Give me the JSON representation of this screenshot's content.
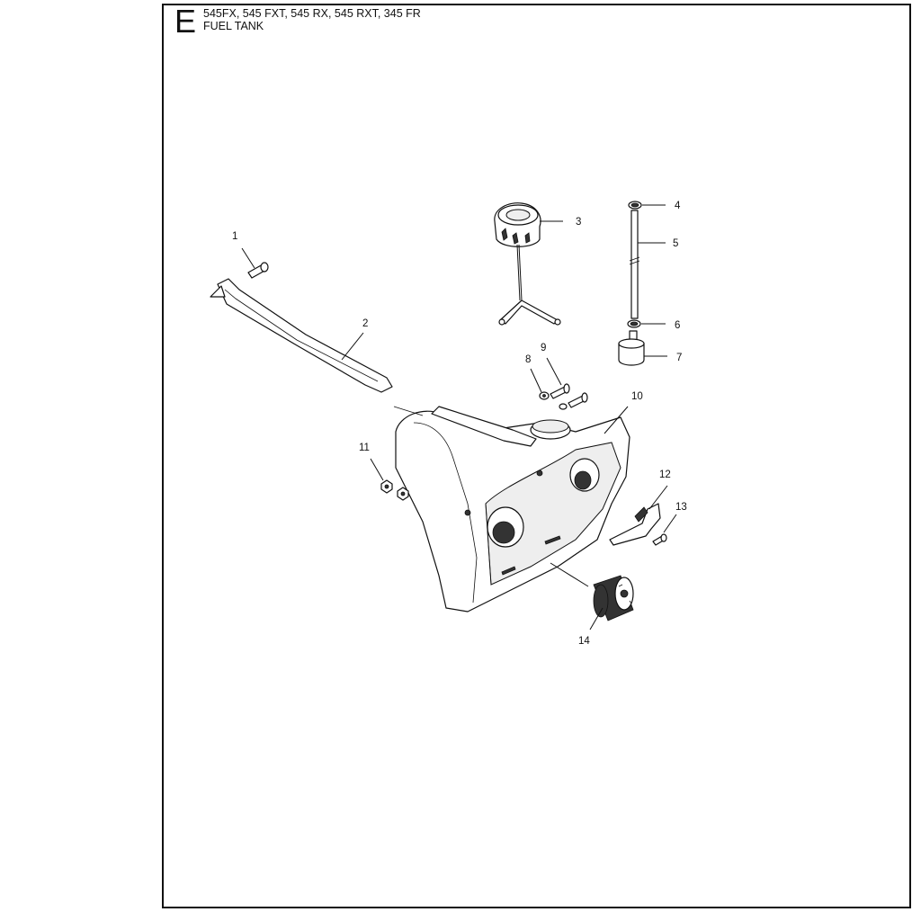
{
  "header": {
    "section_letter": "E",
    "models": "545FX, 545 FXT, 545 RX, 545 RXT, 345 FR",
    "title": "FUEL TANK"
  },
  "callouts": [
    {
      "id": "callout-1",
      "label": "1"
    },
    {
      "id": "callout-2",
      "label": "2"
    },
    {
      "id": "callout-3",
      "label": "3"
    },
    {
      "id": "callout-4",
      "label": "4"
    },
    {
      "id": "callout-5",
      "label": "5"
    },
    {
      "id": "callout-6",
      "label": "6"
    },
    {
      "id": "callout-7",
      "label": "7"
    },
    {
      "id": "callout-8",
      "label": "8"
    },
    {
      "id": "callout-9",
      "label": "9"
    },
    {
      "id": "callout-10",
      "label": "10"
    },
    {
      "id": "callout-11",
      "label": "11"
    },
    {
      "id": "callout-12",
      "label": "12"
    },
    {
      "id": "callout-13",
      "label": "13"
    },
    {
      "id": "callout-14",
      "label": "14"
    }
  ]
}
